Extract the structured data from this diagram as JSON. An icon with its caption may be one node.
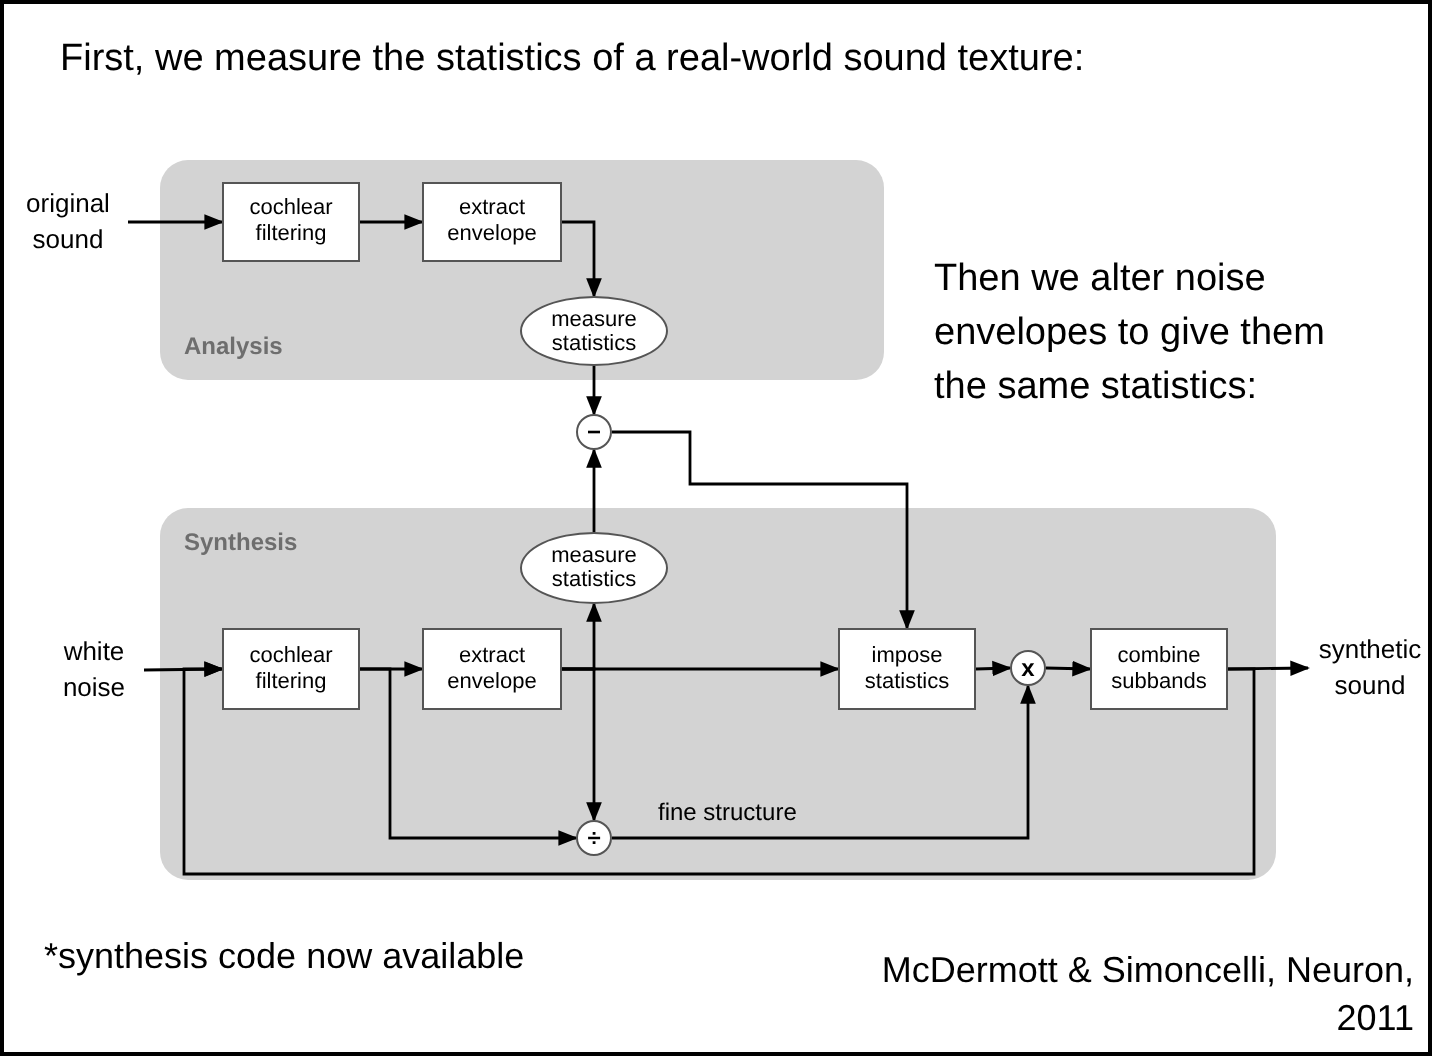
{
  "diagram": {
    "title": "First, we measure the statistics of a real-world sound texture:",
    "nodes": [
      {
        "text": [
          "Analysis"
        ]
      },
      {
        "text": [
          "original sound"
        ]
      },
      {
        "text": [
          "cochlear filtering"
        ],
        "in": 0
      },
      {
        "text": [
          "extract envelope"
        ],
        "in": 0
      },
      {
        "text": [
          "measure statistics"
        ],
        "in": 0
      },
      {
        "text": [
          "−"
        ]
      },
      {
        "text": [
          "Synthesis"
        ]
      },
      {
        "text": [
          "white noise"
        ]
      },
      {
        "text": [
          "measure statistics"
        ],
        "in": 6
      },
      {
        "text": [
          "cochlear filtering"
        ],
        "in": 6
      },
      {
        "text": [
          "extract envelope"
        ],
        "in": 6
      },
      {
        "text": [
          "impose statistics"
        ],
        "in": 6
      },
      {
        "text": [
          "x"
        ],
        "in": 6
      },
      {
        "text": [
          "combine subbands"
        ],
        "in": 6
      },
      {
        "text": [
          "synthetic sound"
        ]
      },
      {
        "text": [
          "÷"
        ],
        "in": 6
      }
    ],
    "edges": [
      {
        "from": 1,
        "to": 2,
        "arrow": "to"
      },
      {
        "from": 2,
        "to": 3,
        "arrow": "to"
      },
      {
        "from": 3,
        "to": 4,
        "arrow": "to"
      },
      {
        "from": 4,
        "to": 5,
        "arrow": "to"
      },
      {
        "from": 8,
        "to": 5,
        "arrow": "to"
      },
      {
        "from": 5,
        "to": 11,
        "arrow": "to"
      },
      {
        "from": 7,
        "to": 9,
        "arrow": "to"
      },
      {
        "from": 9,
        "to": 10,
        "arrow": "to"
      },
      {
        "from": 10,
        "to": 8,
        "arrow": "to"
      },
      {
        "from": 10,
        "to": 11,
        "arrow": "to"
      },
      {
        "from": 10,
        "to": 15,
        "arrow": "to"
      },
      {
        "from": 9,
        "to": 15,
        "arrow": "to"
      },
      {
        "from": 15,
        "to": 12,
        "arrow": "to",
        "label": "fine structure"
      },
      {
        "from": 11,
        "to": 12,
        "arrow": "to"
      },
      {
        "from": 12,
        "to": 13,
        "arrow": "to"
      },
      {
        "from": 13,
        "to": 14,
        "arrow": "to"
      },
      {
        "from": 13,
        "to": 9,
        "arrow": "to"
      }
    ],
    "labels": [
      "Then we alter noise envelopes to give them the same statistics:",
      "*synthesis code now available",
      "McDermott & Simoncelli, Neuron, 2011"
    ]
  }
}
